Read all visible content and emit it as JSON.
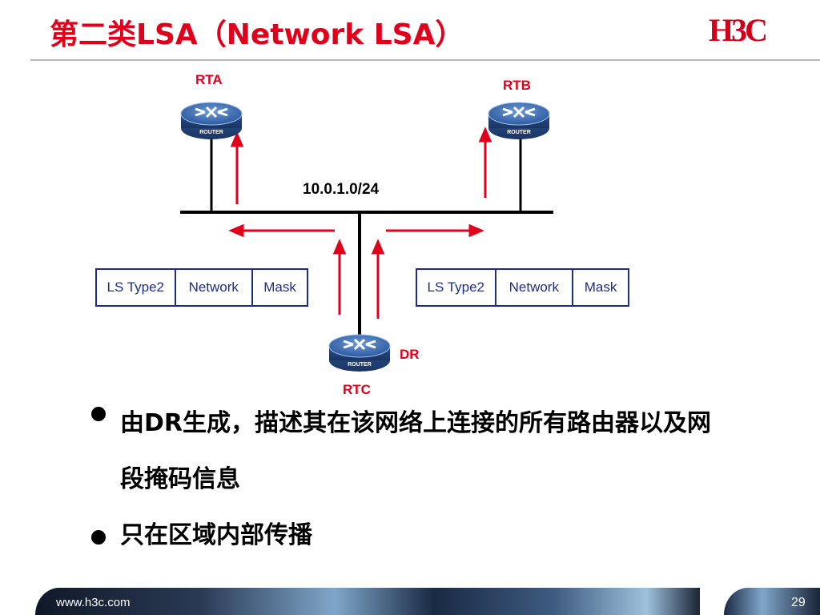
{
  "slide": {
    "title": "第二类LSA（Network LSA）",
    "logo": "H3C",
    "footer_url": "www.h3c.com",
    "page_number": "29"
  },
  "diagram": {
    "routers": [
      {
        "label": "RTA",
        "icon_text": "ROUTER"
      },
      {
        "label": "RTB",
        "icon_text": "ROUTER"
      },
      {
        "label": "RTC",
        "icon_text": "ROUTER"
      }
    ],
    "dr_label": "DR",
    "network_label": "10.0.1.0/24",
    "lsa_boxes": [
      {
        "cells": [
          "LS Type2",
          "Network",
          "Mask"
        ]
      },
      {
        "cells": [
          "LS Type2",
          "Network",
          "Mask"
        ]
      }
    ]
  },
  "bullets": [
    {
      "text": "由DR生成，描述其在该网络上连接的所有路由器以及网段掩码信息"
    },
    {
      "text": "只在区域内部传播"
    }
  ],
  "colors": {
    "accent": "#e0001b",
    "box_border": "#1e2c87",
    "router_blue": "#3a6fb5"
  },
  "icons": [
    "router-icon",
    "arrow-icon",
    "bullet-dot-icon"
  ]
}
